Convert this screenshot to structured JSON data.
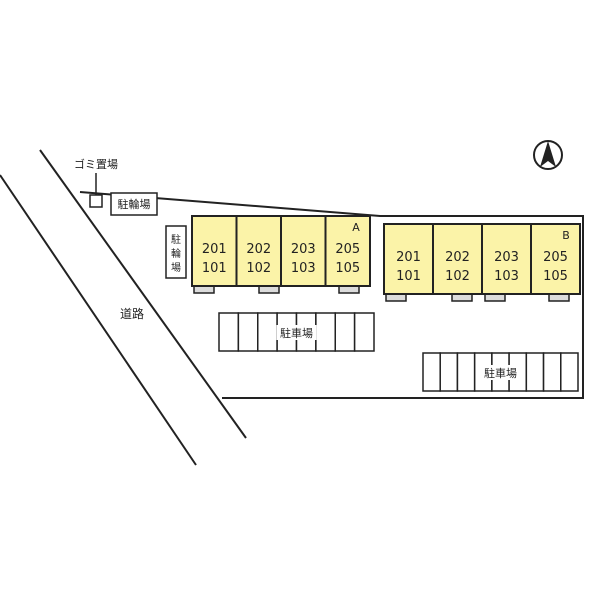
{
  "colors": {
    "building_fill": "#fbf3a8",
    "outline": "#222222",
    "background": "#ffffff",
    "foundation": "#dcdcdc"
  },
  "labels": {
    "garbage_area": "ゴミ置場",
    "bicycle_parking_top": "駐輪場",
    "bicycle_parking_side": [
      "駐",
      "輪",
      "場"
    ],
    "road": "道路",
    "parking_1": "駐車場",
    "parking_2": "駐車場"
  },
  "buildings": [
    {
      "name": "A",
      "units": [
        {
          "upper": "201",
          "lower": "101"
        },
        {
          "upper": "202",
          "lower": "102"
        },
        {
          "upper": "203",
          "lower": "103"
        },
        {
          "upper": "205",
          "lower": "105"
        }
      ]
    },
    {
      "name": "B",
      "units": [
        {
          "upper": "201",
          "lower": "101"
        },
        {
          "upper": "202",
          "lower": "102"
        },
        {
          "upper": "203",
          "lower": "103"
        },
        {
          "upper": "205",
          "lower": "105"
        }
      ]
    }
  ],
  "parking_lots": [
    {
      "label_key": "parking_1",
      "spaces": 8
    },
    {
      "label_key": "parking_2",
      "spaces": 9
    }
  ],
  "compass": {
    "icon": "north-arrow-icon"
  }
}
